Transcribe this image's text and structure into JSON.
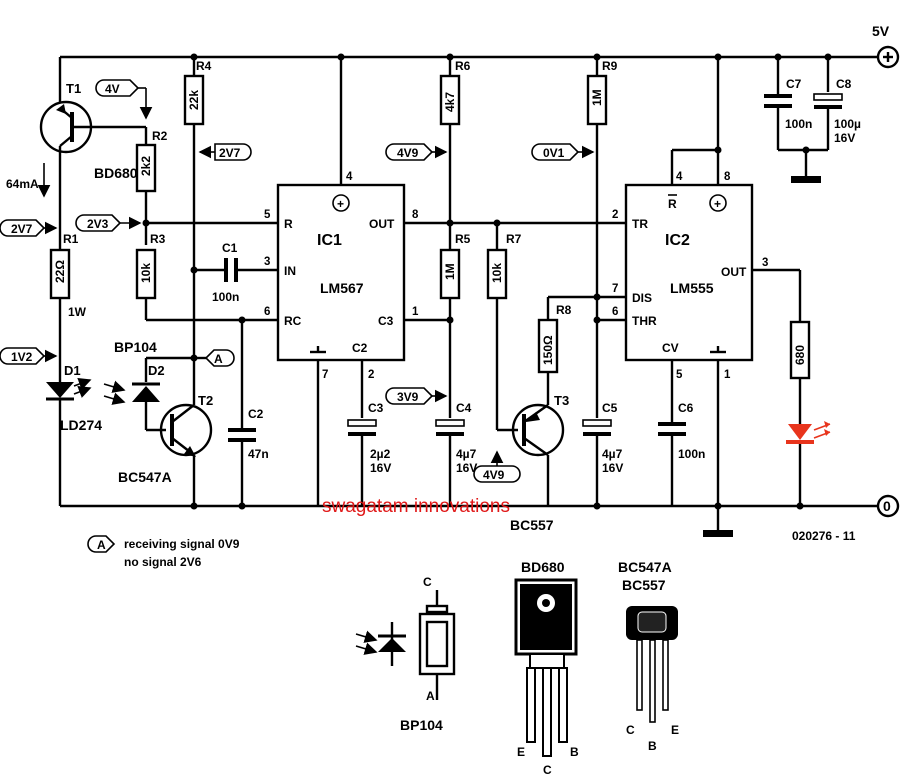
{
  "supply": {
    "label": "5V",
    "symbol": "+"
  },
  "ground": {
    "label": "0"
  },
  "figure_code": "020276 - 11",
  "watermark": "swagatam innovations",
  "ic1": {
    "ref": "IC1",
    "part": "LM567",
    "pin_r": "R",
    "pin_in": "IN",
    "pin_rc": "RC",
    "pin_out": "OUT",
    "pin_c3": "C3",
    "pin_c2": "C2",
    "pin4": "4",
    "pin5": "5",
    "pin3": "3",
    "pin6": "6",
    "pin7": "7",
    "pin2": "2",
    "pin8": "8",
    "pin1": "1",
    "plus": "+"
  },
  "ic2": {
    "ref": "IC2",
    "part": "LM555",
    "pin_r": "R",
    "pin_tr": "TR",
    "pin_dis": "DIS",
    "pin_thr": "THR",
    "pin_cv": "CV",
    "pin_out": "OUT",
    "pin4": "4",
    "pin8": "8",
    "pin2": "2",
    "pin7": "7",
    "pin6": "6",
    "pin5": "5",
    "pin1": "1",
    "pin3": "3",
    "plus": "+"
  },
  "resistors": {
    "r1": {
      "ref": "R1",
      "value": "22Ω",
      "note": "1W"
    },
    "r2": {
      "ref": "R2",
      "value": "2k2"
    },
    "r3": {
      "ref": "R3",
      "value": "10k"
    },
    "r4": {
      "ref": "R4",
      "value": "22k"
    },
    "r5": {
      "ref": "R5",
      "value": "1M"
    },
    "r6": {
      "ref": "R6",
      "value": "4k7"
    },
    "r7": {
      "ref": "R7",
      "value": "10k"
    },
    "r8": {
      "ref": "R8",
      "value": "150Ω"
    },
    "r9": {
      "ref": "R9",
      "value": "1M"
    },
    "r_led": {
      "value": "680"
    }
  },
  "capacitors": {
    "c1": {
      "ref": "C1",
      "value": "100n"
    },
    "c2": {
      "ref": "C2",
      "value": "47n"
    },
    "c3": {
      "ref": "C3",
      "value": "2µ2",
      "voltage": "16V"
    },
    "c4": {
      "ref": "C4",
      "value": "4µ7",
      "voltage": "16V"
    },
    "c5": {
      "ref": "C5",
      "value": "4µ7",
      "voltage": "16V"
    },
    "c6": {
      "ref": "C6",
      "value": "100n"
    },
    "c7": {
      "ref": "C7",
      "value": "100n"
    },
    "c8": {
      "ref": "C8",
      "value": "100µ",
      "voltage": "16V"
    }
  },
  "semis": {
    "t1": {
      "ref": "T1",
      "part": "BD680"
    },
    "t2": {
      "ref": "T2",
      "part": "BC547A"
    },
    "t3": {
      "ref": "T3",
      "part": "BC557"
    },
    "d1": {
      "ref": "D1",
      "part": "LD274"
    },
    "d2": {
      "ref": "D2",
      "part": "BP104"
    }
  },
  "voltage_tags": {
    "v_t1_base": "4V",
    "v_r4": "2V7",
    "v_r1_top": "2V7",
    "v_r3": "2V3",
    "v_d1": "1V2",
    "v_r6": "4V9",
    "v_c4": "3V9",
    "v_r9": "0V1",
    "v_t3_base": "4V9",
    "current": "64mA",
    "point_a": "A"
  },
  "legend": {
    "marker": "A",
    "line1": "receiving signal  0V9",
    "line2": "no signal  2V6"
  },
  "pinouts": {
    "bp104": {
      "name": "BP104",
      "pin_c": "C",
      "pin_a": "A"
    },
    "bd680": {
      "name": "BD680",
      "pin_e": "E",
      "pin_c": "C",
      "pin_b": "B"
    },
    "bc": {
      "name1": "BC547A",
      "name2": "BC557",
      "pin_c": "C",
      "pin_b": "B",
      "pin_e": "E"
    }
  },
  "colors": {
    "wire": "#000000",
    "led": "#e8341c",
    "watermark": "#e01818",
    "background": "#ffffff"
  }
}
